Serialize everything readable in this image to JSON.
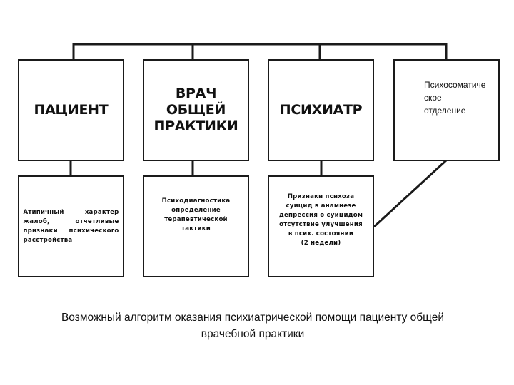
{
  "boxes": {
    "patient": "ПАЦИЕНТ",
    "gp": "ВРАЧ\nОБЩЕЙ\nПРАКТИКИ",
    "psychiatrist": "ПСИХИАТР",
    "psychosomatic": "Психосоматиче\nское\nотделение"
  },
  "details": {
    "patient": "Атипичный характер\nжалоб, отчетливые\nпризнаки психического\nрасстройства",
    "gp": "Психодиагностика\nопределение\nтерапевтической\nтактики",
    "psychiatrist": "Признаки психоза\nсуицид в анамнезе\nдепрессия о суицидом\nотсутствие улучшения\nв псих. состоянии\n(2 недели)"
  },
  "caption": "Возможный алгоритм оказания психиатрической помощи пациенту общей\nврачебной практики"
}
